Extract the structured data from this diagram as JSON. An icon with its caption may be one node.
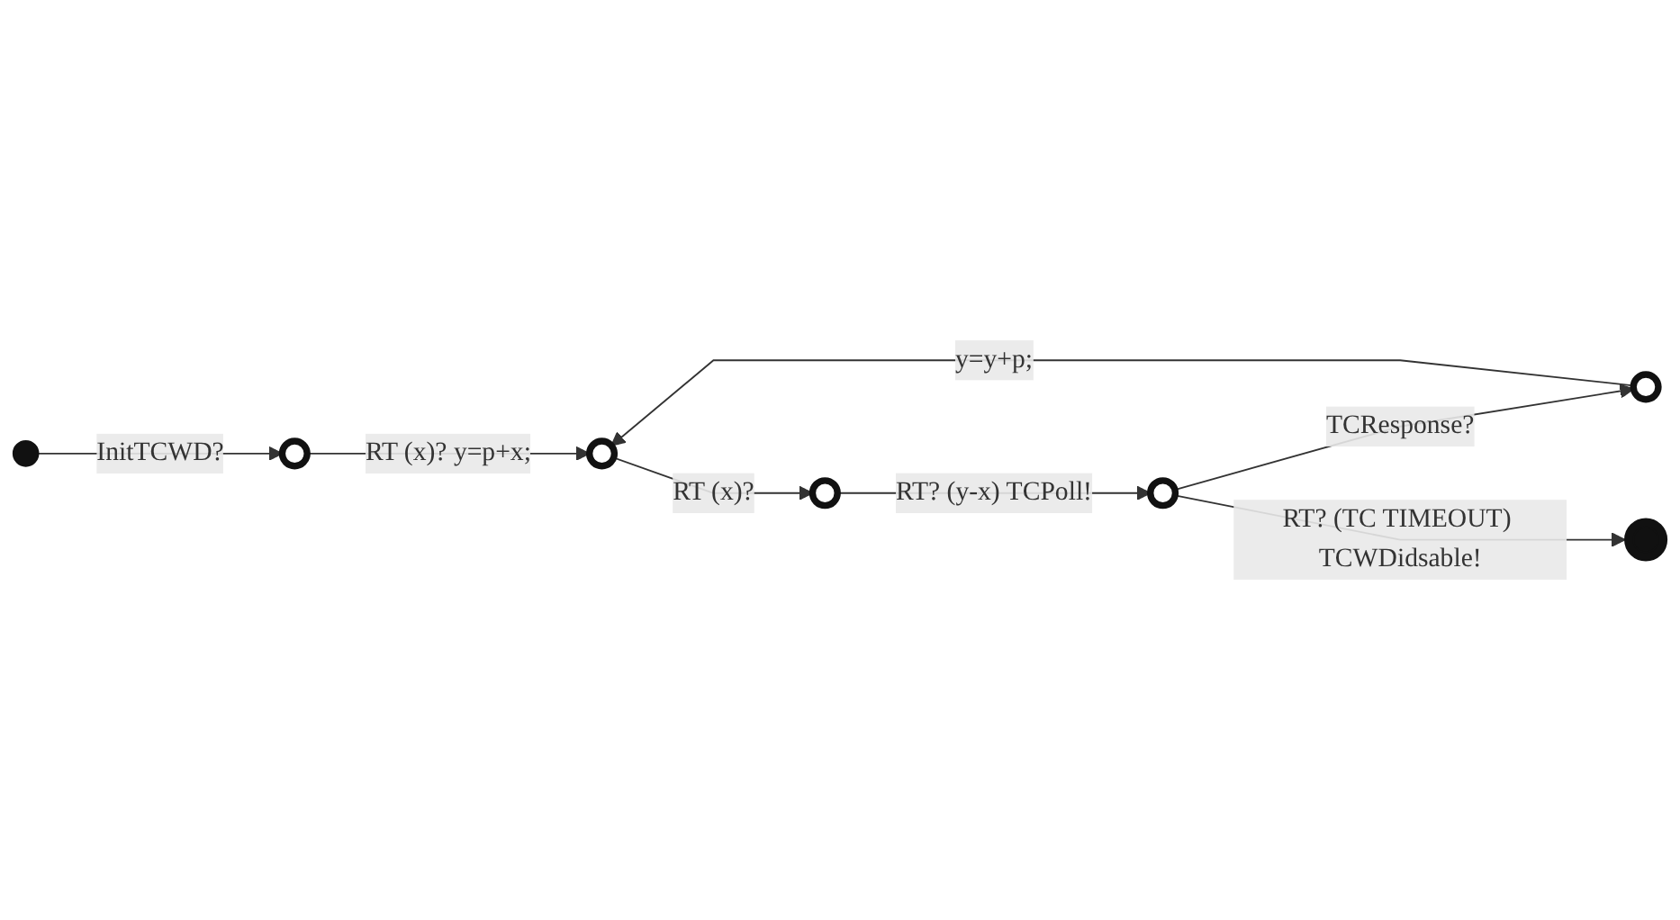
{
  "diagram": {
    "nodes": [
      {
        "text": [],
        "shape": "dot"
      },
      {
        "text": [],
        "shape": "circle"
      },
      {
        "text": [],
        "shape": "circle"
      },
      {
        "text": [],
        "shape": "circle"
      },
      {
        "text": [],
        "shape": "circle"
      },
      {
        "text": [],
        "shape": "circle"
      },
      {
        "text": [],
        "shape": "bullseye"
      }
    ],
    "edges": [
      {
        "from": 0,
        "to": 1,
        "arrow": "to",
        "label": "InitTCWD?"
      },
      {
        "from": 1,
        "to": 2,
        "arrow": "to",
        "label": "RT (x)? y=p+x;"
      },
      {
        "from": 2,
        "to": 3,
        "arrow": "to",
        "label": "RT (x)?"
      },
      {
        "from": 3,
        "to": 4,
        "arrow": "to",
        "label": "RT? (y-x) TCPoll!"
      },
      {
        "from": 4,
        "to": 5,
        "arrow": "to",
        "label": "TCResponse?"
      },
      {
        "from": 5,
        "to": 2,
        "arrow": "to",
        "label": "y=y+p;"
      },
      {
        "from": 4,
        "to": 6,
        "arrow": "to",
        "label": "RT? (TC TIMEOUT) TCWDidsable!"
      }
    ]
  }
}
